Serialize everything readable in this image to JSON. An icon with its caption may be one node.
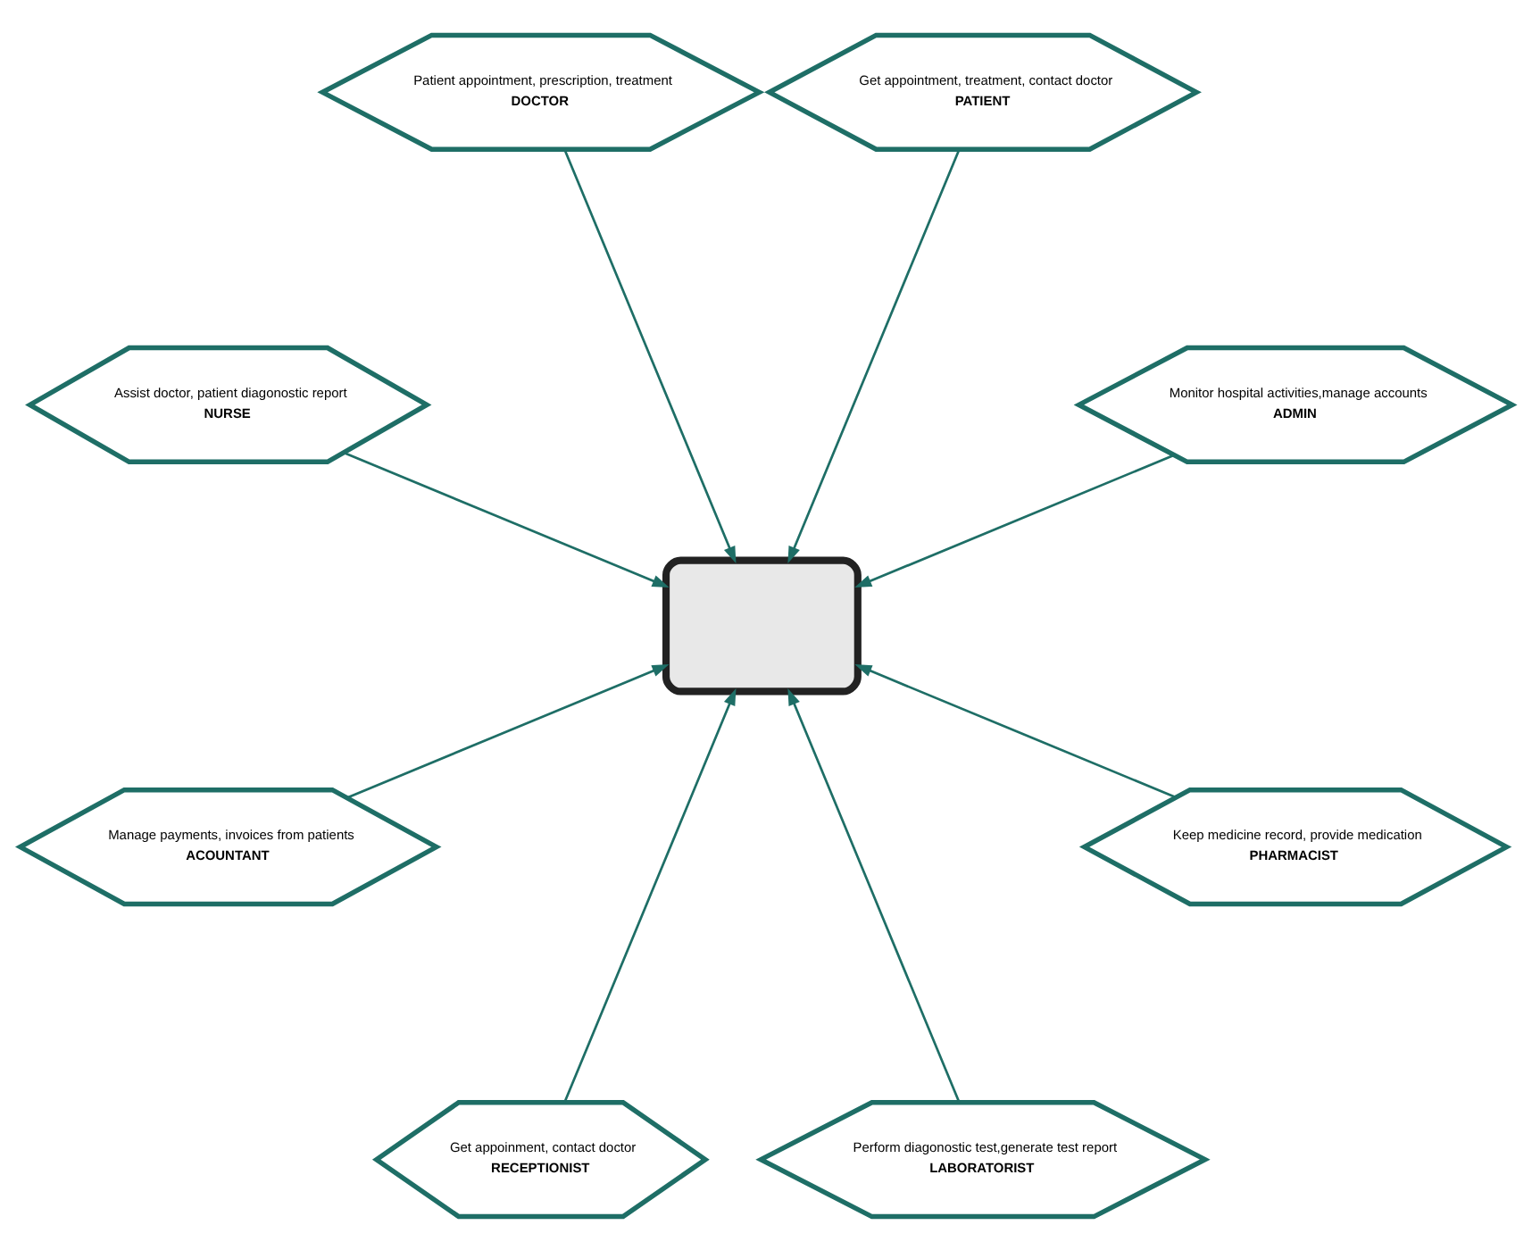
{
  "diagram": {
    "nodes": [
      {
        "text": [
          "Monitor hospital activities,manage accounts",
          "ADMIN"
        ]
      },
      {
        "text": [
          "Get appointment, treatment, contact doctor",
          "PATIENT"
        ]
      },
      {
        "text": [
          "Patient appointment, prescription, treatment",
          "DOCTOR"
        ]
      },
      {
        "text": [
          "Assist doctor, patient diagonostic report",
          "NURSE"
        ]
      },
      {
        "text": [],
        "shape": "box"
      },
      {
        "text": [
          "Manage payments, invoices from patients",
          "ACOUNTANT"
        ]
      },
      {
        "text": [
          "Get appoinment, contact doctor",
          "RECEPTIONIST"
        ]
      },
      {
        "text": [
          "Perform diagonostic test,generate test report",
          "LABORATORIST"
        ]
      },
      {
        "text": [
          "Keep medicine record, provide medication",
          "PHARMACIST"
        ]
      }
    ],
    "edges": [
      {
        "from": 0,
        "to": 4,
        "arrow": "to"
      },
      {
        "from": 2,
        "to": 4,
        "arrow": "to"
      },
      {
        "from": 5,
        "to": 4,
        "arrow": "to"
      },
      {
        "from": 7,
        "to": 4,
        "arrow": "to"
      },
      {
        "from": 8,
        "to": 4,
        "arrow": "to"
      },
      {
        "from": 6,
        "to": 4,
        "arrow": "to"
      },
      {
        "from": 3,
        "to": 4,
        "arrow": "to"
      },
      {
        "from": 1,
        "to": 4,
        "arrow": "to"
      }
    ]
  }
}
